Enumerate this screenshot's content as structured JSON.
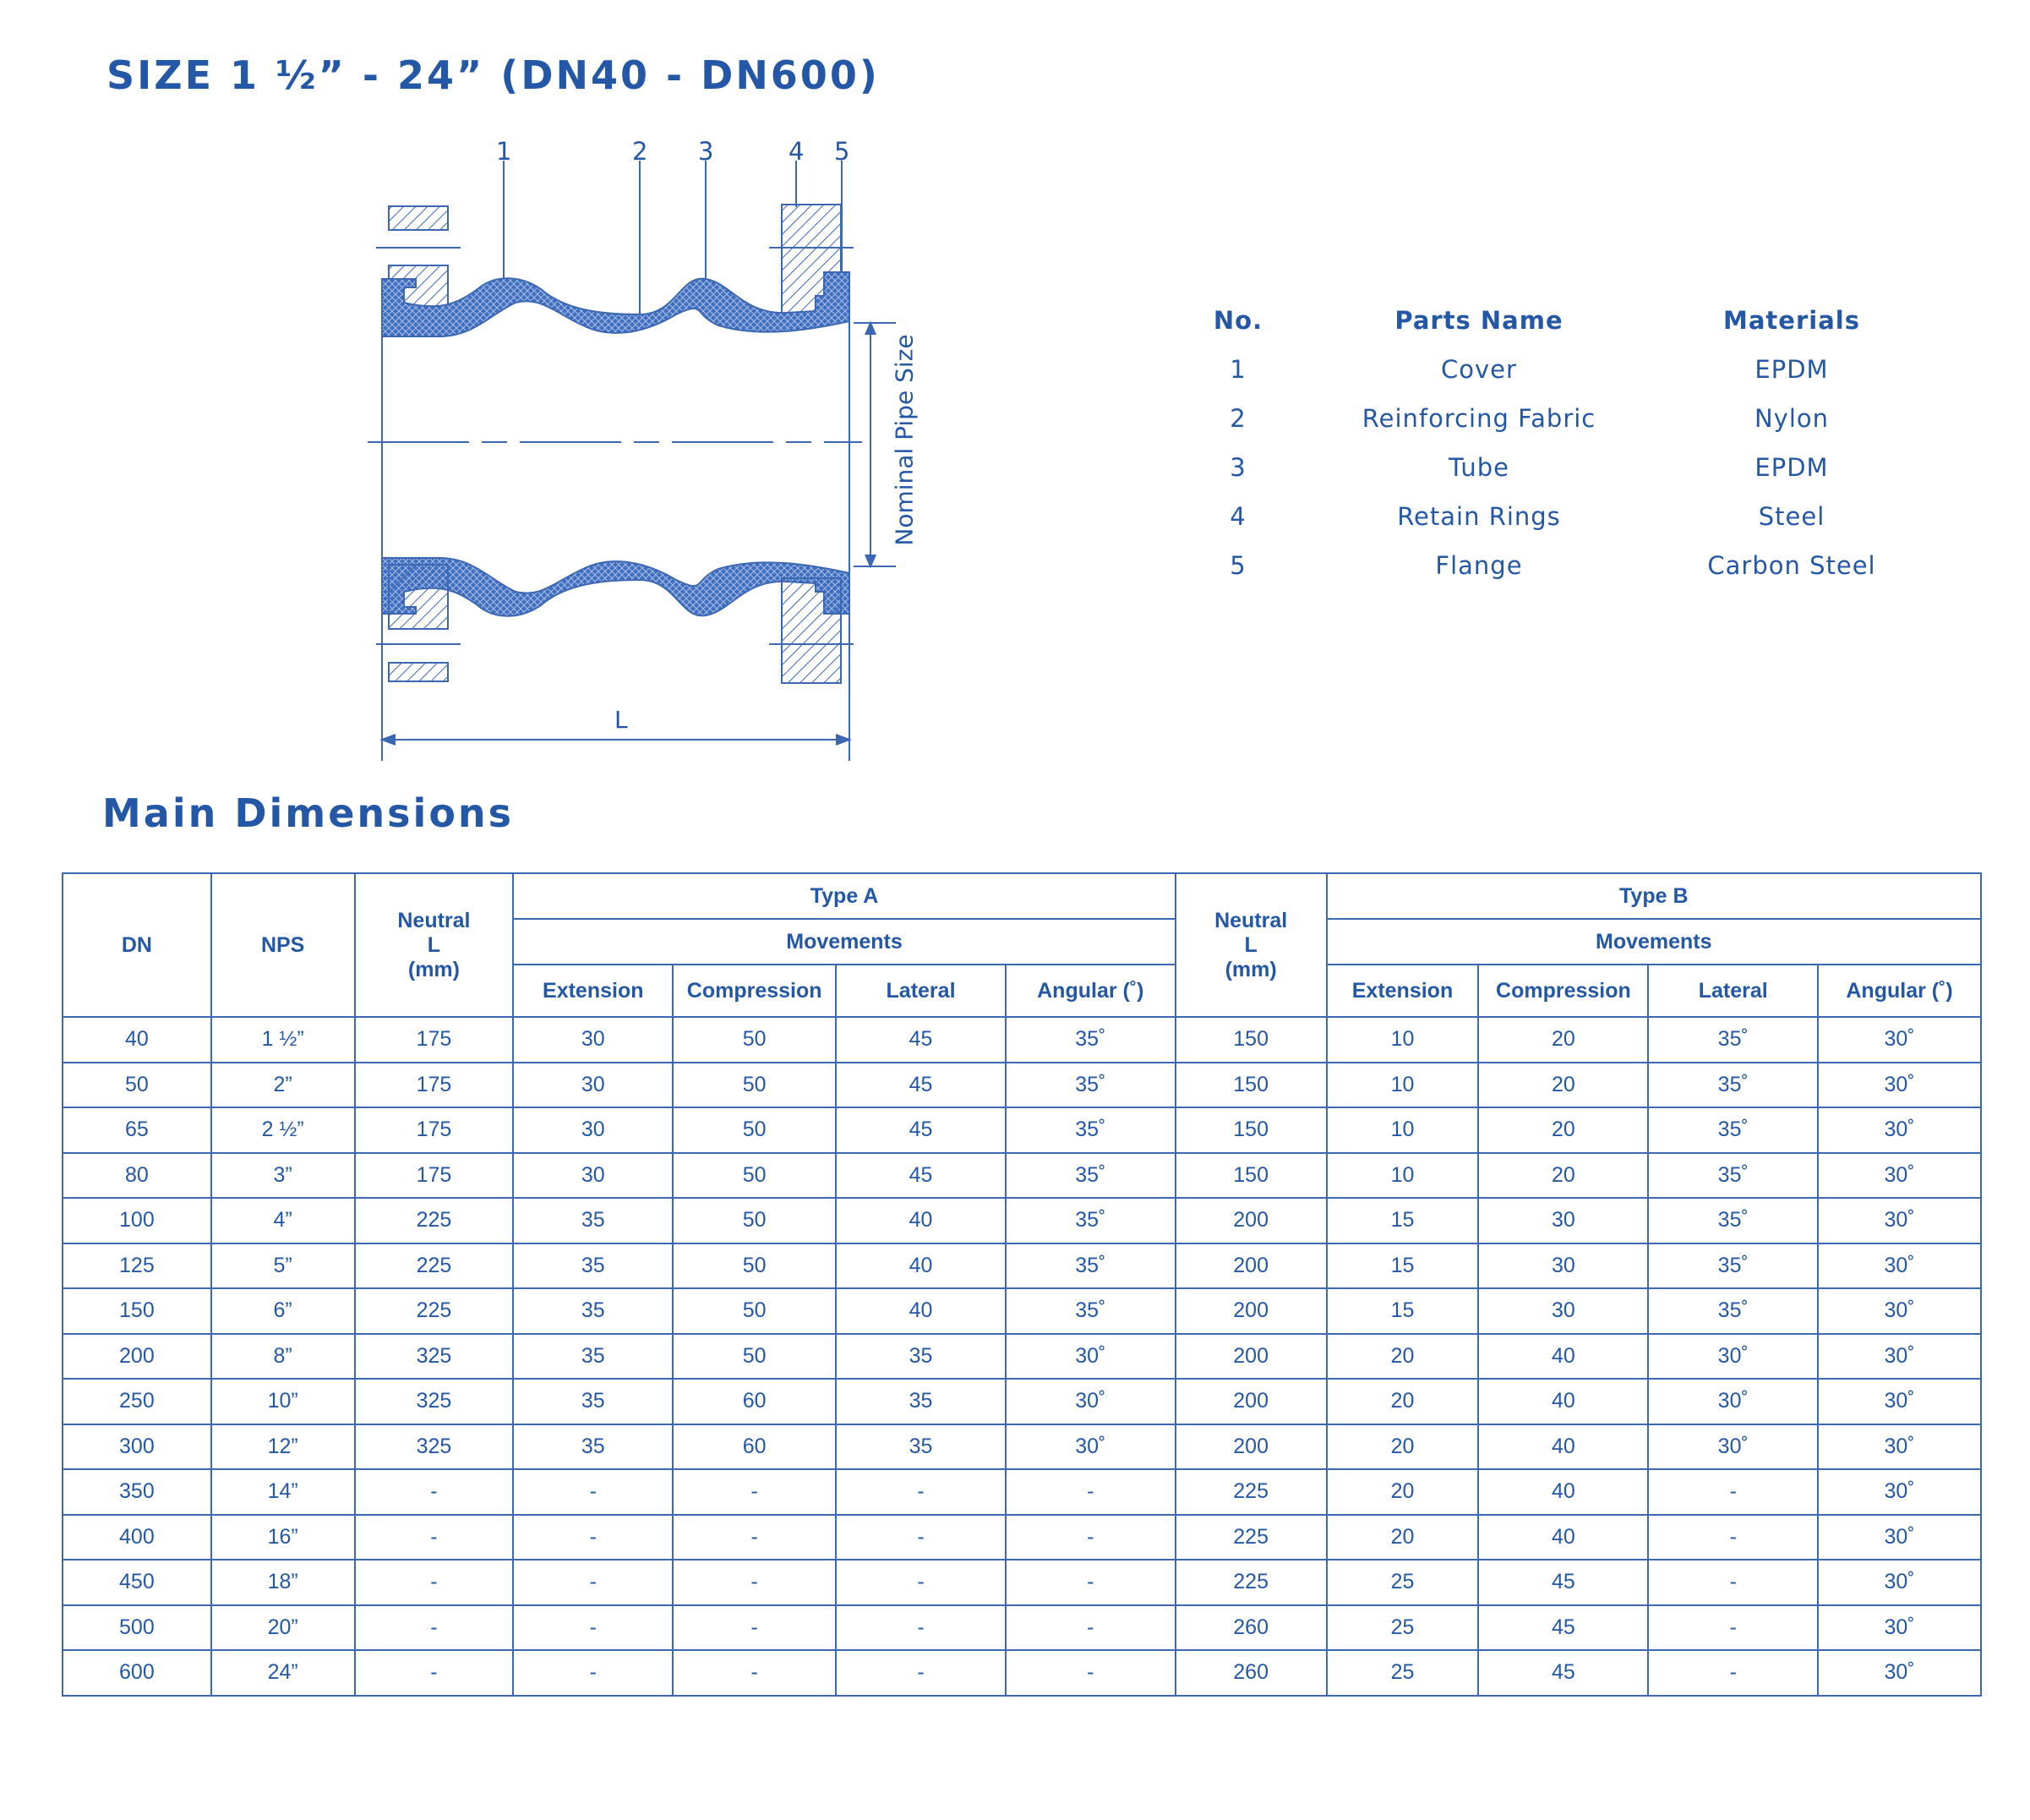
{
  "title": "SIZE 1 ½” - 24” (DN40 - DN600)",
  "drawing": {
    "callouts": [
      "1",
      "2",
      "3",
      "4",
      "5"
    ],
    "dimension_label": "L",
    "pipe_size_label": "Nominal Pipe Size"
  },
  "parts": {
    "headers": {
      "no": "No.",
      "name": "Parts Name",
      "material": "Materials"
    },
    "rows": [
      {
        "no": "1",
        "name": "Cover",
        "material": "EPDM"
      },
      {
        "no": "2",
        "name": "Reinforcing Fabric",
        "material": "Nylon"
      },
      {
        "no": "3",
        "name": "Tube",
        "material": "EPDM"
      },
      {
        "no": "4",
        "name": "Retain Rings",
        "material": "Steel"
      },
      {
        "no": "5",
        "name": "Flange",
        "material": "Carbon Steel"
      }
    ]
  },
  "section_title": "Main Dimensions",
  "table": {
    "h_dn": "DN",
    "h_nps": "NPS",
    "h_neutral_a": "Neutral L (mm)",
    "h_type_a": "Type A",
    "h_movements_a": "Movements",
    "h_neutral_b": "Neutral L (mm)",
    "h_type_b": "Type B",
    "h_movements_b": "Movements",
    "h_extension": "Extension",
    "h_compression": "Compression",
    "h_lateral": "Lateral",
    "h_angular": "Angular (˚)",
    "rows": [
      [
        "40",
        "1 ½”",
        "175",
        "30",
        "50",
        "45",
        "35˚",
        "150",
        "10",
        "20",
        "35˚",
        "30˚"
      ],
      [
        "50",
        "2”",
        "175",
        "30",
        "50",
        "45",
        "35˚",
        "150",
        "10",
        "20",
        "35˚",
        "30˚"
      ],
      [
        "65",
        "2 ½”",
        "175",
        "30",
        "50",
        "45",
        "35˚",
        "150",
        "10",
        "20",
        "35˚",
        "30˚"
      ],
      [
        "80",
        "3”",
        "175",
        "30",
        "50",
        "45",
        "35˚",
        "150",
        "10",
        "20",
        "35˚",
        "30˚"
      ],
      [
        "100",
        "4”",
        "225",
        "35",
        "50",
        "40",
        "35˚",
        "200",
        "15",
        "30",
        "35˚",
        "30˚"
      ],
      [
        "125",
        "5”",
        "225",
        "35",
        "50",
        "40",
        "35˚",
        "200",
        "15",
        "30",
        "35˚",
        "30˚"
      ],
      [
        "150",
        "6”",
        "225",
        "35",
        "50",
        "40",
        "35˚",
        "200",
        "15",
        "30",
        "35˚",
        "30˚"
      ],
      [
        "200",
        "8”",
        "325",
        "35",
        "50",
        "35",
        "30˚",
        "200",
        "20",
        "40",
        "30˚",
        "30˚"
      ],
      [
        "250",
        "10”",
        "325",
        "35",
        "60",
        "35",
        "30˚",
        "200",
        "20",
        "40",
        "30˚",
        "30˚"
      ],
      [
        "300",
        "12”",
        "325",
        "35",
        "60",
        "35",
        "30˚",
        "200",
        "20",
        "40",
        "30˚",
        "30˚"
      ],
      [
        "350",
        "14”",
        "-",
        "-",
        "-",
        "-",
        "-",
        "225",
        "20",
        "40",
        "-",
        "30˚"
      ],
      [
        "400",
        "16”",
        "-",
        "-",
        "-",
        "-",
        "-",
        "225",
        "20",
        "40",
        "-",
        "30˚"
      ],
      [
        "450",
        "18”",
        "-",
        "-",
        "-",
        "-",
        "-",
        "225",
        "25",
        "45",
        "-",
        "30˚"
      ],
      [
        "500",
        "20”",
        "-",
        "-",
        "-",
        "-",
        "-",
        "260",
        "25",
        "45",
        "-",
        "30˚"
      ],
      [
        "600",
        "24”",
        "-",
        "-",
        "-",
        "-",
        "-",
        "260",
        "25",
        "45",
        "-",
        "30˚"
      ]
    ]
  },
  "colors": {
    "primary": "#2458a6",
    "line": "#3b67b3",
    "fill": "#3f6fc0"
  }
}
